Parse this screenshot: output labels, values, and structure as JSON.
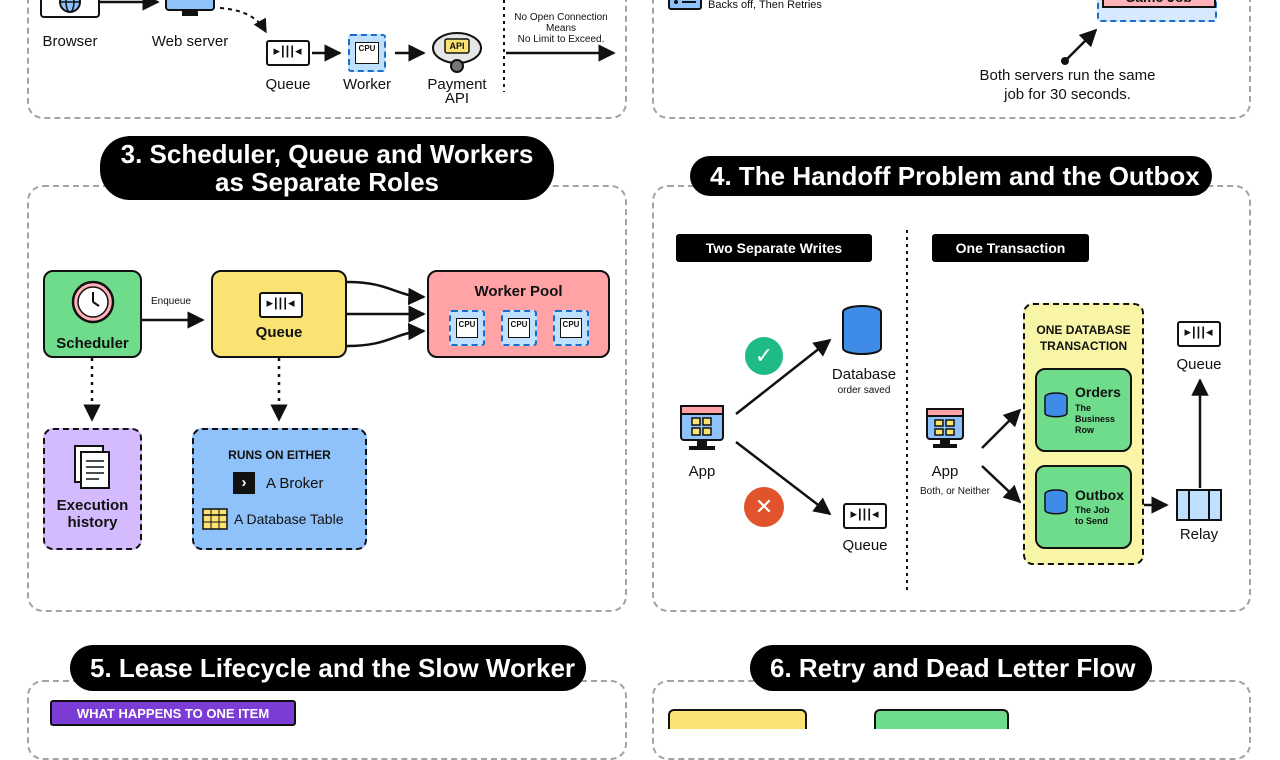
{
  "panel1": {
    "browser": "Browser",
    "web_server": "Web server",
    "queue": "Queue",
    "worker": "Worker",
    "payment_api_line1": "Payment",
    "payment_api_line2": "API",
    "api_badge": "API",
    "note_line1": "No Open Connection",
    "note_line2": "Means",
    "note_line3": "No Limit to Exceed."
  },
  "panel2": {
    "backs_off": "Backs off, Then Retries",
    "same_job": "Same Job",
    "note_line1": "Both servers run the same",
    "note_line2": "job for 30 seconds."
  },
  "panel3": {
    "title_line1": "3. Scheduler, Queue and Workers",
    "title_line2": "as Separate Roles",
    "scheduler": "Scheduler",
    "enqueue": "Enqueue",
    "queue": "Queue",
    "worker_pool": "Worker Pool",
    "cpu": "CPU",
    "execution_line1": "Execution",
    "execution_line2": "history",
    "runs_on_either": "RUNS ON EITHER",
    "broker": "A Broker",
    "db_table": "A Database Table"
  },
  "panel4": {
    "title": "4. The Handoff Problem and the Outbox",
    "two_writes": "Two Separate Writes",
    "one_transaction": "One Transaction",
    "app": "App",
    "database": "Database",
    "order_saved": "order saved",
    "queue": "Queue",
    "app_right": "App",
    "both_neither": "Both, or Neither",
    "txn_line1": "ONE DATABASE",
    "txn_line2": "TRANSACTION",
    "orders": "Orders",
    "orders_sub1": "The",
    "orders_sub2": "Business",
    "orders_sub3": "Row",
    "outbox": "Outbox",
    "outbox_sub1": "The Job",
    "outbox_sub2": "to Send",
    "queue_right": "Queue",
    "relay": "Relay"
  },
  "panel5": {
    "title": "5. Lease Lifecycle and the Slow Worker",
    "what_happens": "WHAT HAPPENS TO ONE ITEM"
  },
  "panel6": {
    "title": "6. Retry and Dead Letter Flow"
  },
  "colors": {
    "scheduler_green": "#6fdc8c",
    "queue_yellow": "#fae373",
    "pool_pink": "#ffa3a6",
    "history_purple": "#d4bbff",
    "runs_blue": "#8fc2fb",
    "txn_yellow": "#f8f5a6",
    "check_green": "#1ebb86",
    "cross_red": "#e0532c",
    "purple_tag": "#7c3cd6",
    "same_job_pink": "#ffb3b8",
    "same_job_blue": "#d6e9ff"
  }
}
